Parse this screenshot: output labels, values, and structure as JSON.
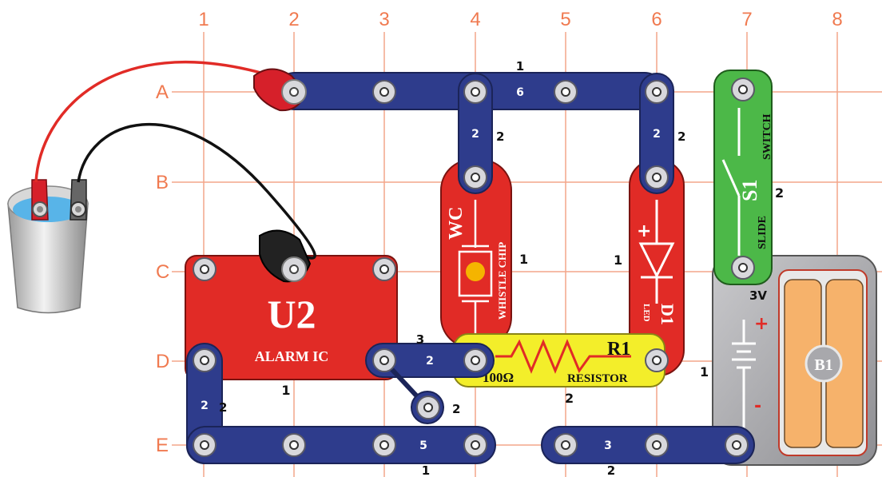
{
  "grid": {
    "columns": [
      "1",
      "2",
      "3",
      "4",
      "5",
      "6",
      "7",
      "8"
    ],
    "rows": [
      "A",
      "B",
      "C",
      "D",
      "E"
    ]
  },
  "colors": {
    "grid": "#f4a58a",
    "grid_label": "#f07a50",
    "wire": "#2e3c8c",
    "snap": "#d8d8dc",
    "u2": "#e12b26",
    "switch": "#4cb848",
    "resistor": "#f3ee2a",
    "battery": "#a8a8ac",
    "cell": "#f6b26b",
    "water": "#58b4e8"
  },
  "wires": [
    {
      "id": "a-top",
      "size": "6",
      "level": "1"
    },
    {
      "id": "col4-ab",
      "size": "2",
      "level": "2"
    },
    {
      "id": "col6-ab",
      "size": "2",
      "level": "2"
    },
    {
      "id": "col2-de",
      "size": "2",
      "level": "2"
    },
    {
      "id": "d-small",
      "size": "2",
      "level": "3"
    },
    {
      "id": "jumper",
      "size": "1",
      "level": "2"
    },
    {
      "id": "e-five",
      "size": "5",
      "level": "1"
    },
    {
      "id": "e-three",
      "size": "3",
      "level": "2"
    }
  ],
  "components": {
    "u2": {
      "code": "U2",
      "name": "ALARM IC",
      "level": "1"
    },
    "wc": {
      "code": "WC",
      "name": "WHISTLE CHIP",
      "level": "1"
    },
    "d1": {
      "code": "D1",
      "name": "LED",
      "symbol": "+",
      "level": "1"
    },
    "r1": {
      "code": "R1",
      "value": "100Ω",
      "name": "RESISTOR",
      "level": "2"
    },
    "s1": {
      "code": "S1",
      "name_a": "SLIDE",
      "name_b": "SWITCH",
      "level": "2"
    },
    "b1": {
      "code": "B1",
      "voltage": "3V",
      "plus": "+",
      "minus": "-",
      "level": "1"
    }
  }
}
